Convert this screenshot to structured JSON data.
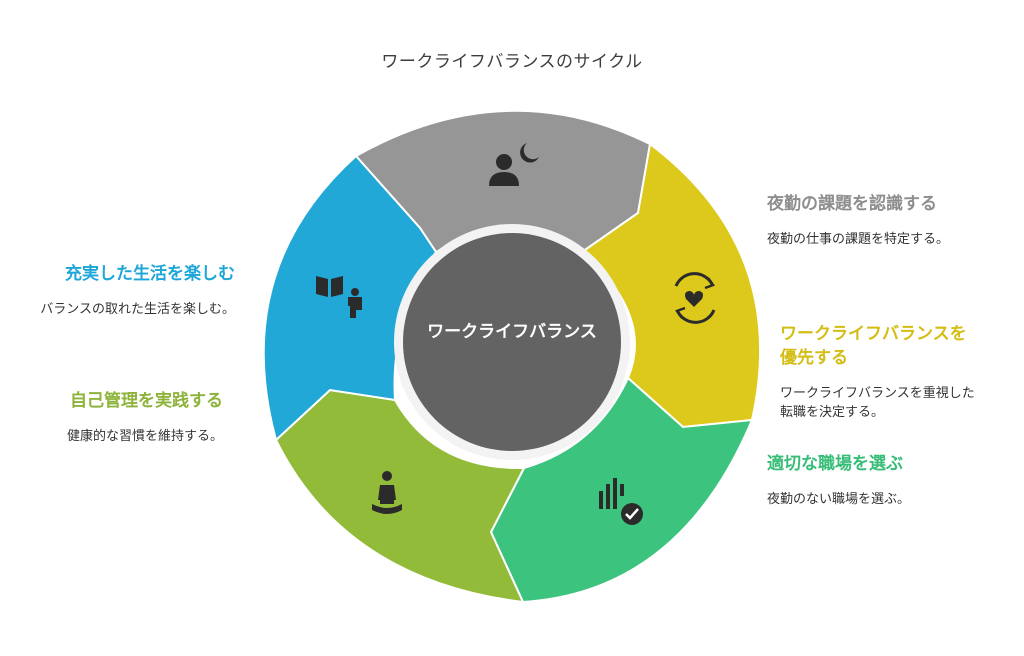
{
  "title": "ワークライフバランスのサイクル",
  "center": {
    "label": "ワークライフバランス",
    "color": "#636363"
  },
  "segments": [
    {
      "key": "night",
      "head": "夜勤の課題を認識する",
      "desc": "夜勤の仕事の課題を特定する。",
      "color": "#969696",
      "icon": "person-moon-icon"
    },
    {
      "key": "priority",
      "head": "ワークライフバランスを優先する",
      "desc": "ワークライフバランスを重視した転職を決定する。",
      "color": "#dcc91b",
      "icon": "heart-cycle-icon"
    },
    {
      "key": "workplace",
      "head": "適切な職場を選ぶ",
      "desc": "夜勤のない職場を選ぶ。",
      "color": "#3cc47f",
      "icon": "building-check-icon"
    },
    {
      "key": "selfcare",
      "head": "自己管理を実践する",
      "desc": "健康的な習慣を維持する。",
      "color": "#93bb3a",
      "icon": "meditation-icon"
    },
    {
      "key": "enjoy",
      "head": "充実した生活を楽しむ",
      "desc": "バランスの取れた生活を楽しむ。",
      "color": "#21a8d6",
      "icon": "book-person-icon"
    }
  ]
}
